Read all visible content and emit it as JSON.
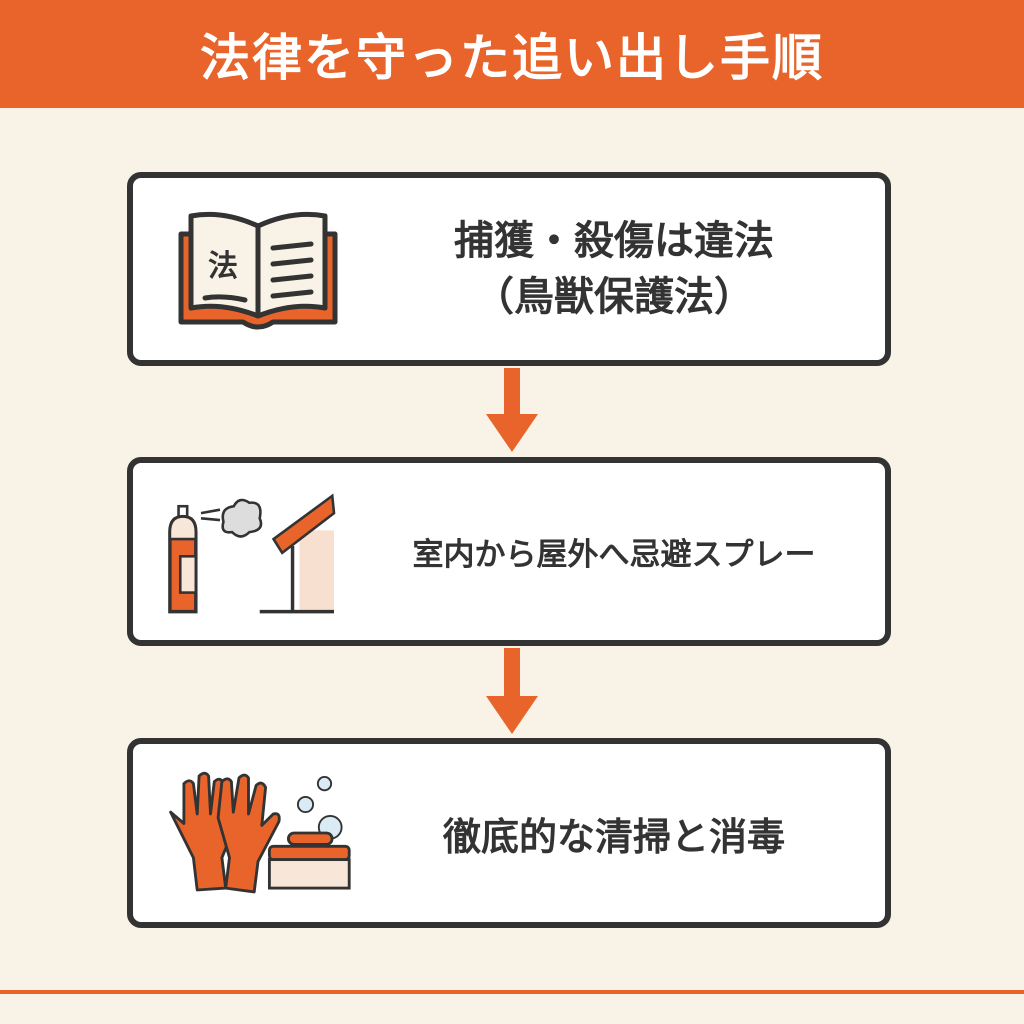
{
  "title": "法律を守った追い出し手順",
  "steps": [
    {
      "icon": "law-book-icon",
      "line1": "捕獲・殺傷は違法",
      "line2": "（鳥獣保護法）",
      "icon_text": "法"
    },
    {
      "icon": "spray-house-icon",
      "line1": "室内から屋外へ忌避スプレー"
    },
    {
      "icon": "gloves-brush-icon",
      "line1": "徹底的な清掃と消毒"
    }
  ],
  "colors": {
    "accent": "#e8642a",
    "background": "#f8f3e6",
    "border": "#333333"
  }
}
